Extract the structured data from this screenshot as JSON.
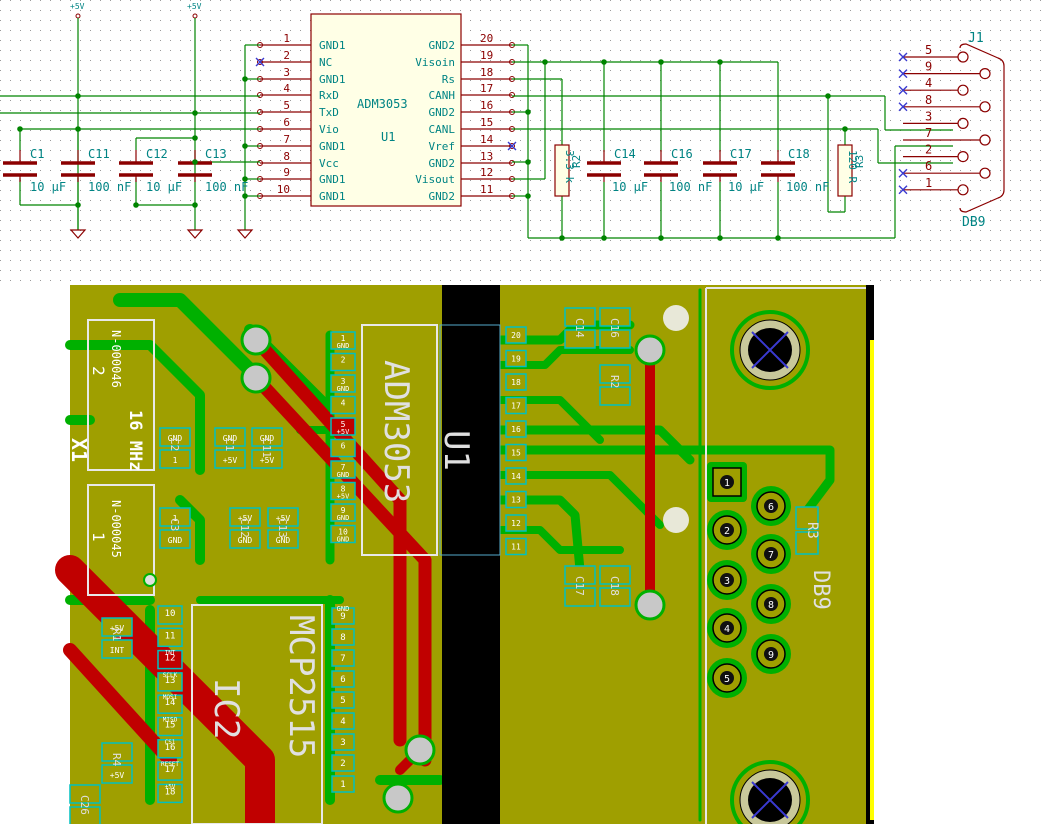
{
  "schematic": {
    "power_labels": [
      "+5V",
      "+5V"
    ],
    "ic": {
      "ref": "U1",
      "value": "ADM3053",
      "left_pins": [
        {
          "num": "1",
          "name": "GND1"
        },
        {
          "num": "2",
          "name": "NC"
        },
        {
          "num": "3",
          "name": "GND1"
        },
        {
          "num": "4",
          "name": "RxD"
        },
        {
          "num": "5",
          "name": "TxD"
        },
        {
          "num": "6",
          "name": "Vio"
        },
        {
          "num": "7",
          "name": "GND1"
        },
        {
          "num": "8",
          "name": "Vcc"
        },
        {
          "num": "9",
          "name": "GND1"
        },
        {
          "num": "10",
          "name": "GND1"
        }
      ],
      "right_pins": [
        {
          "num": "20",
          "name": "GND2"
        },
        {
          "num": "19",
          "name": "Visoin"
        },
        {
          "num": "18",
          "name": "Rs"
        },
        {
          "num": "17",
          "name": "CANH"
        },
        {
          "num": "16",
          "name": "GND2"
        },
        {
          "num": "15",
          "name": "CANL"
        },
        {
          "num": "14",
          "name": "Vref"
        },
        {
          "num": "13",
          "name": "GND2"
        },
        {
          "num": "12",
          "name": "Visout"
        },
        {
          "num": "11",
          "name": "GND2"
        }
      ]
    },
    "capacitors_left": [
      {
        "ref": "C1",
        "value": "10 µF"
      },
      {
        "ref": "C11",
        "value": "100 nF"
      },
      {
        "ref": "C12",
        "value": "10 µF"
      },
      {
        "ref": "C13",
        "value": "100 nF"
      }
    ],
    "capacitors_right": [
      {
        "ref": "C14",
        "value": "10 µF"
      },
      {
        "ref": "C16",
        "value": "100 nF"
      },
      {
        "ref": "C17",
        "value": "10 µF"
      },
      {
        "ref": "C18",
        "value": "100 nF"
      }
    ],
    "resistors": [
      {
        "ref": "R2",
        "value": "3.3 k"
      },
      {
        "ref": "R3",
        "value": "120 R"
      }
    ],
    "connector": {
      "ref": "J1",
      "value": "DB9",
      "pins": [
        "5",
        "9",
        "4",
        "8",
        "3",
        "7",
        "2",
        "6",
        "1"
      ]
    }
  },
  "pcb": {
    "u1_value": "ADM3053",
    "u1_ref": "U1",
    "ic2_value": "MCP2515",
    "ic2_ref": "IC2",
    "crystal_ref": "X1",
    "crystal_value": "16 MHz",
    "crystal_pads": [
      {
        "num": "2",
        "net": "N-000046"
      },
      {
        "num": "1",
        "net": "N-000045"
      }
    ],
    "u1_left_pad_nums": [
      "1",
      "2",
      "3",
      "4",
      "5",
      "6",
      "7",
      "8",
      "9",
      "10"
    ],
    "u1_left_pad_nets": [
      "GND",
      "",
      "GND",
      "",
      "+5V",
      "",
      "GND",
      "+5V",
      "GND",
      "GND"
    ],
    "u1_right_pad_nums": [
      "20",
      "19",
      "18",
      "17",
      "16",
      "15",
      "14",
      "13",
      "12",
      "11"
    ],
    "ic2_left_pad_nums": [
      "10",
      "11",
      "12",
      "13",
      "14",
      "15",
      "16",
      "17",
      "18"
    ],
    "ic2_left_pad_nets": [
      "",
      "",
      "INT",
      "SCLK",
      "MOSI",
      "MISO",
      "CS1",
      "RESET",
      "+5V"
    ],
    "ic2_right_pad_nums": [
      "9",
      "8",
      "7",
      "6",
      "5",
      "4",
      "3",
      "2",
      "1"
    ],
    "ic2_right_top_net": "GND",
    "db9_pads": [
      "1",
      "6",
      "2",
      "7",
      "3",
      "8",
      "4",
      "9",
      "5"
    ],
    "db9_ref": "DB9",
    "r3_ref": "R3",
    "pcb_caps": [
      "C2",
      "C3",
      "C1",
      "C11",
      "C12",
      "C13",
      "C14",
      "C16",
      "C17",
      "C18",
      "R2",
      "R1",
      "R4",
      "C26"
    ],
    "gnd_text": "GND",
    "v5_text": "+5V"
  }
}
